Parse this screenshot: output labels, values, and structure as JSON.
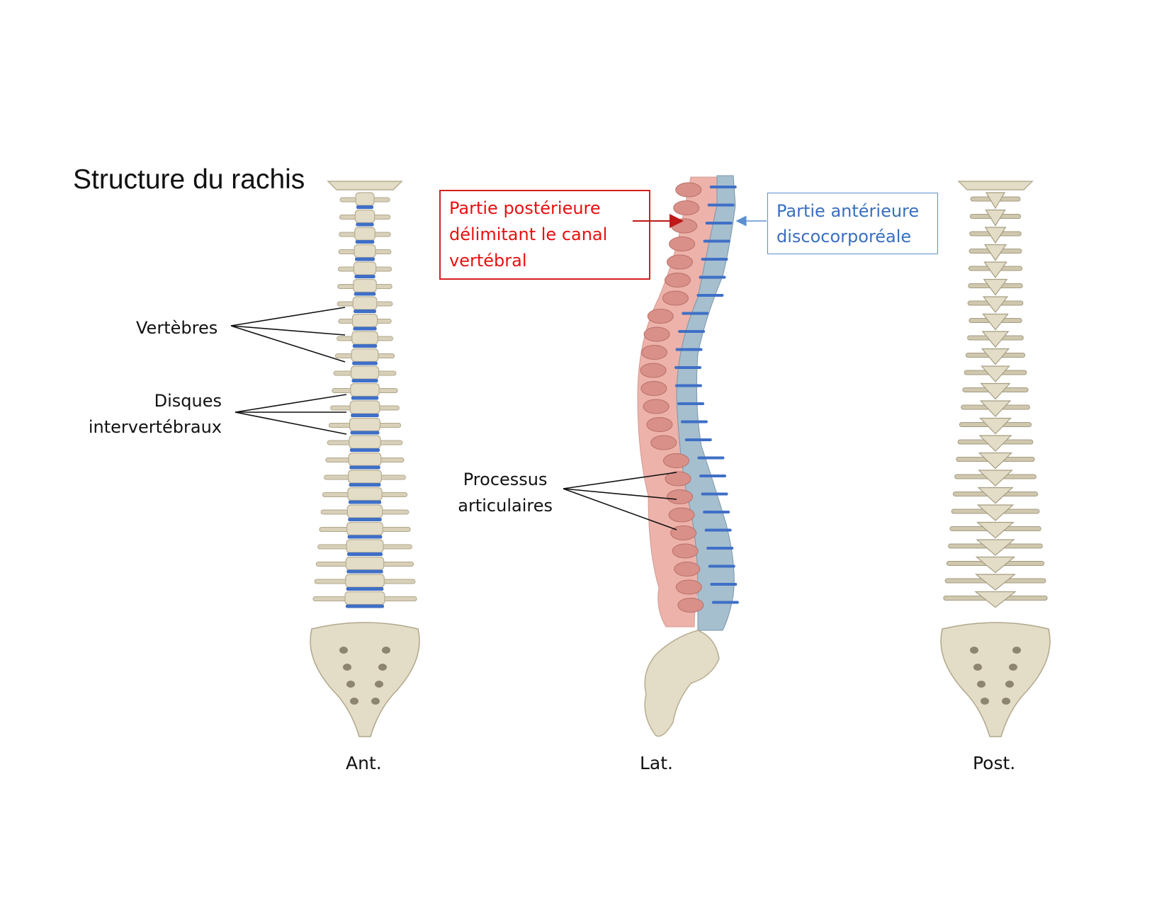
{
  "title": "Structure du rachis",
  "labels": {
    "vertebrae": "Vertèbres",
    "discs_line1": "Disques",
    "discs_line2": "intervertébraux",
    "processes_line1": "Processus",
    "processes_line2": "articulaires"
  },
  "boxes": {
    "posterior": [
      "Partie postérieure",
      "délimitant le canal",
      "vertébral"
    ],
    "anterior": [
      "Partie antérieure",
      "discocorporéale"
    ]
  },
  "views": {
    "anterior": "Ant.",
    "lateral": "Lat.",
    "posterior": "Post."
  },
  "colors": {
    "bone": "#e3dcc6",
    "disc": "#3f6fc6",
    "posterior_part": "#e8a098",
    "anterior_part": "#9fb8c8",
    "posterior_text": "#e81010",
    "anterior_text": "#3a6fbf"
  }
}
